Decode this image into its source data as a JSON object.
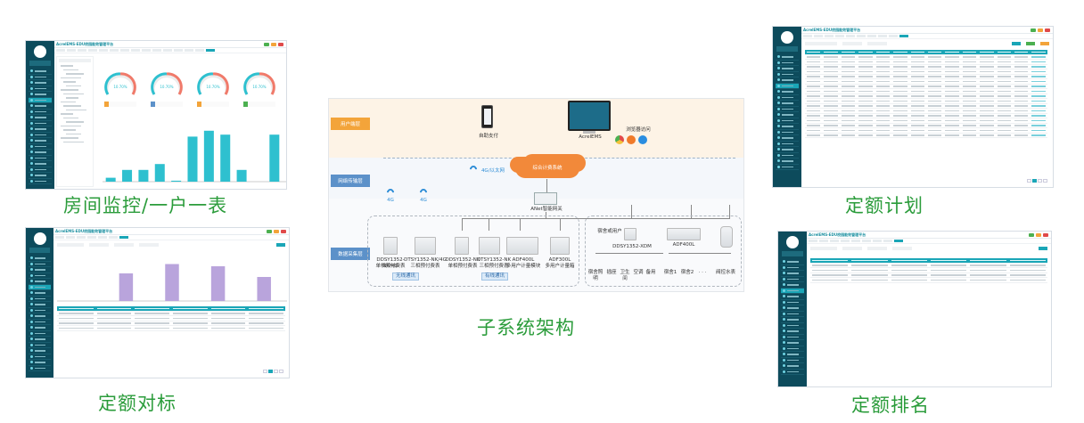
{
  "captions": {
    "room": "房间监控/一户一表",
    "quota_plan": "定额计划",
    "arch": "子系统架构",
    "quota_bench": "定额对标",
    "quota_rank": "定额排名"
  },
  "app": {
    "title": "AcrelEMS-EDU校园能效管理平台",
    "sidebar_items": 20
  },
  "room_monitor": {
    "gauge_values": [
      "10.70%",
      "10.70%",
      "10.70%",
      "10.70%"
    ],
    "bar_values": [
      4,
      12,
      12,
      18,
      1,
      46,
      52,
      48,
      12,
      0,
      48
    ],
    "bar_max": 60,
    "bar_color": "#2ec0cf"
  },
  "quota_bench": {
    "bars": [
      0,
      62,
      83,
      78,
      54
    ],
    "bar_max": 100,
    "bar_color": "#b9a4dc"
  },
  "arch": {
    "layers": [
      {
        "label": "用户端层",
        "color": "#f3a43a"
      },
      {
        "label": "网络传输层",
        "color": "#5c91c9"
      },
      {
        "label": "数据采集层",
        "color": "#5c91c9"
      }
    ],
    "top_nodes": [
      "自助支付",
      "AcrelEMS",
      "浏览器访问"
    ],
    "cloud_label": "综合计费系统",
    "network_label": "4G/以太网",
    "gateway_label": "ANet智能网关",
    "wireless_4g": [
      "4G",
      "4G"
    ],
    "devices": [
      {
        "name": "DDSY1352-NK/4G",
        "desc": "单相预付费表"
      },
      {
        "name": "DTSY1352-NK/4G",
        "desc": "三相预付费表"
      },
      {
        "name": "DDSY1352-NK",
        "desc": "单相预付费表"
      },
      {
        "name": "DTSY1352-NK",
        "desc": "三相预付费表"
      },
      {
        "name": "ADF400L",
        "desc": "多用户计量模块"
      },
      {
        "name": "ADF300L",
        "desc": "多用户计量箱"
      }
    ],
    "wireless_group": "无线通讯",
    "wired_group": "有线通讯",
    "dorm_label": "宿舍或用户",
    "dorm_meter": "DDSY1352-XDM",
    "dorm_items": [
      "宿舍照明",
      "插座",
      "卫生间",
      "空调",
      "备用"
    ],
    "adf_label": "ADF400L",
    "adf_items": [
      "宿舍1",
      "宿舍2",
      "· · ·",
      "阀控水表"
    ]
  }
}
